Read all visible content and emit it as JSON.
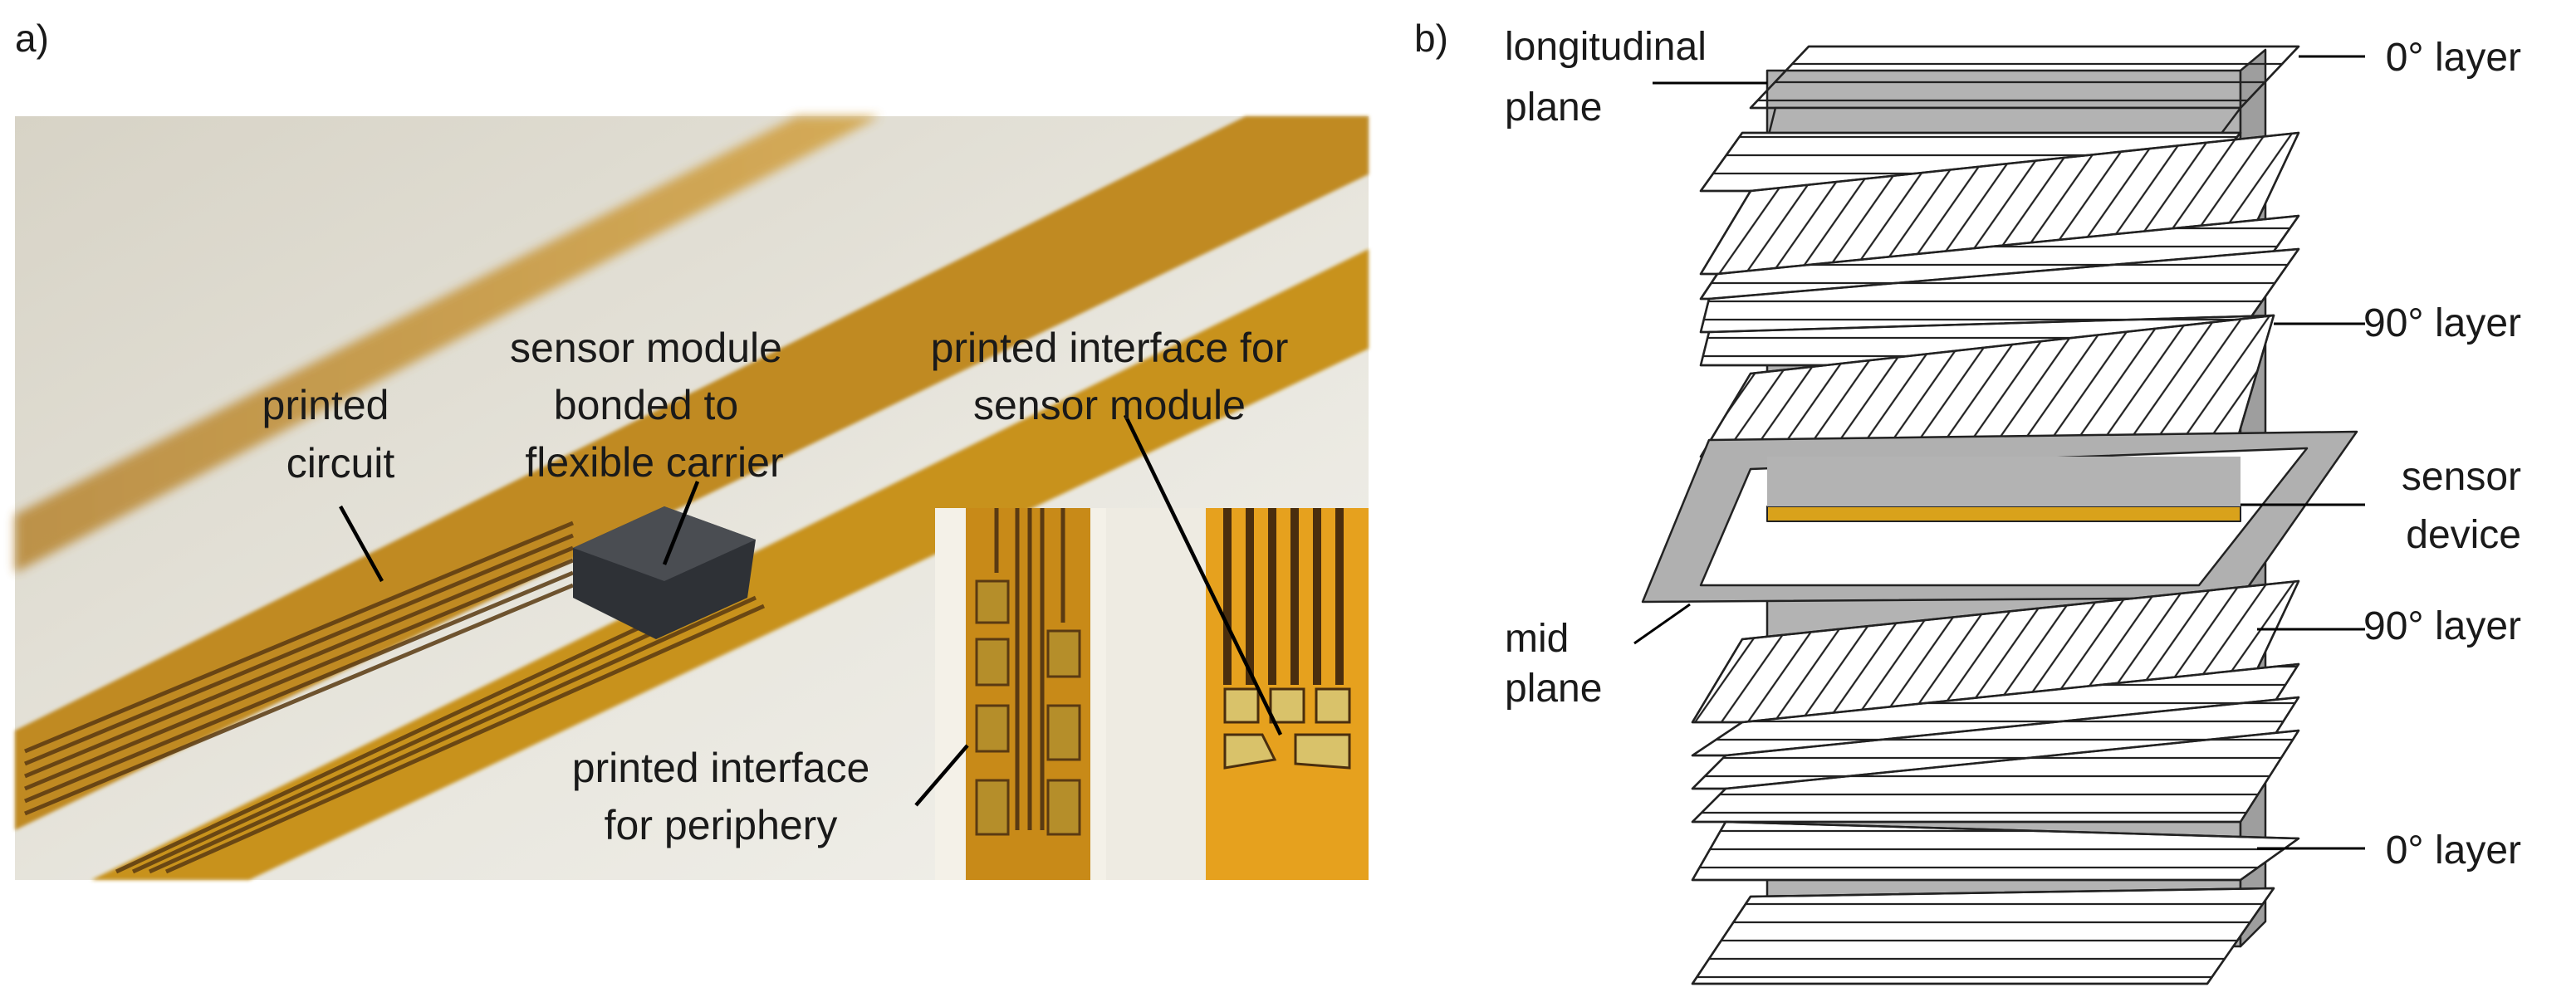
{
  "panel_a": {
    "panel_label": "a)",
    "labels": {
      "printed_circuit": [
        "printed",
        "circuit"
      ],
      "sensor_module": [
        "sensor module",
        "bonded to",
        "flexible carrier"
      ],
      "interface_sensor": [
        "printed interface for",
        "sensor module"
      ],
      "interface_periphery": [
        "printed interface",
        "for periphery"
      ]
    }
  },
  "panel_b": {
    "panel_label": "b)",
    "labels": {
      "longitudinal_plane": [
        "longitudinal",
        "plane"
      ],
      "mid_plane": [
        "mid",
        "plane"
      ],
      "layer_0_top": "0° layer",
      "layer_90_upper": "90° layer",
      "sensor_device": [
        "sensor",
        "device"
      ],
      "layer_90_lower": "90° layer",
      "layer_0_bottom": "0° layer"
    }
  },
  "colors": {
    "polyimide": "#c8901c",
    "trace_copper": "#5a3a12",
    "chip": "#2e3136",
    "plane_gray": "#b3b3b3",
    "sensor_gold": "#d9a21b",
    "frame_gray": "#b0b0b0"
  }
}
